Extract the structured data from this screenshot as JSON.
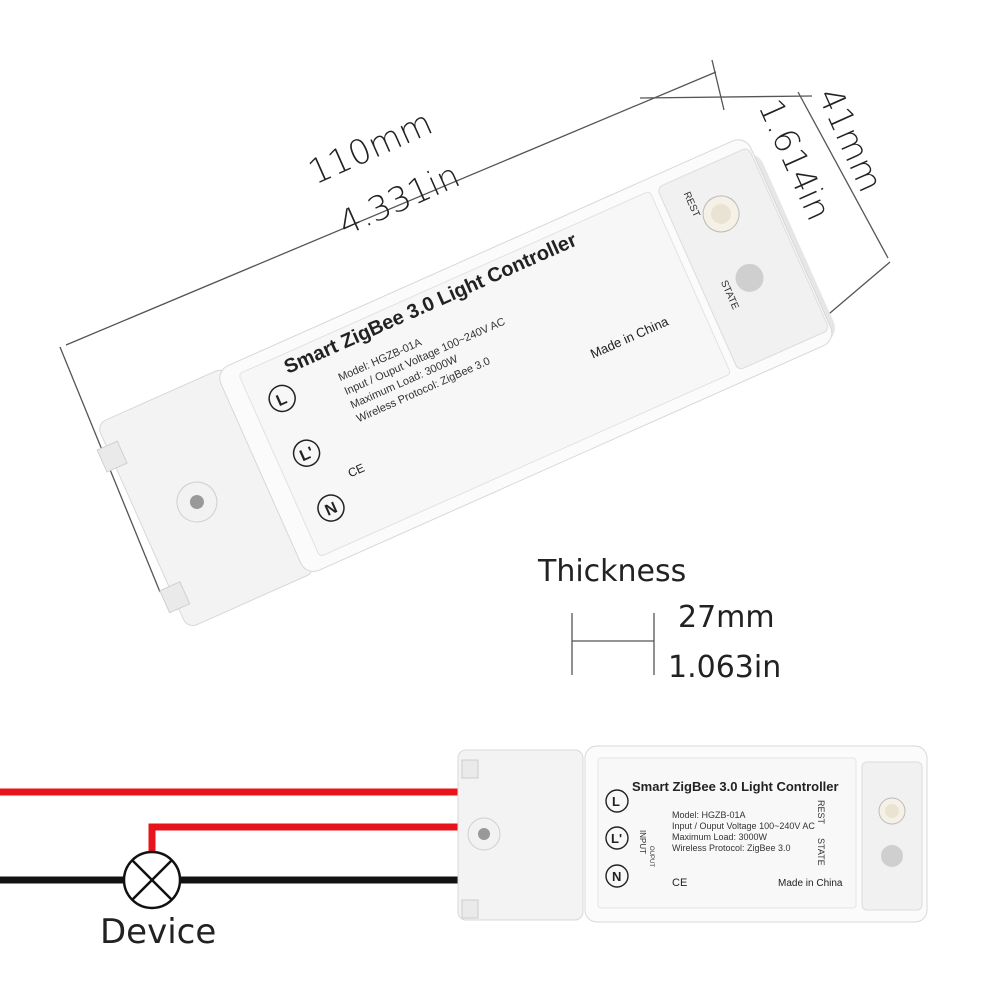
{
  "product": {
    "title": "Smart ZigBee 3.0 Light Controller",
    "model": "Model: HGZB-01A",
    "voltage": "Input / Ouput Voltage 100~240V AC",
    "load": "Maximum Load: 3000W",
    "protocol": "Wireless Protocol: ZigBee 3.0",
    "made_in": "Made in China",
    "rest_label": "REST",
    "state_label": "STATE",
    "input_label": "INPUT",
    "output_label": "OUPUT",
    "terminals": [
      "L",
      "L'",
      "N"
    ]
  },
  "dimensions": {
    "length_mm": "110mm",
    "length_in": "4.331in",
    "width_mm": "41mm",
    "width_in": "1.614in",
    "thickness_label": "Thickness",
    "thickness_mm": "27mm",
    "thickness_in": "1.063in"
  },
  "wiring": {
    "device_label": "Device",
    "colors": {
      "live": "#e8141b",
      "neutral": "#111111"
    }
  }
}
